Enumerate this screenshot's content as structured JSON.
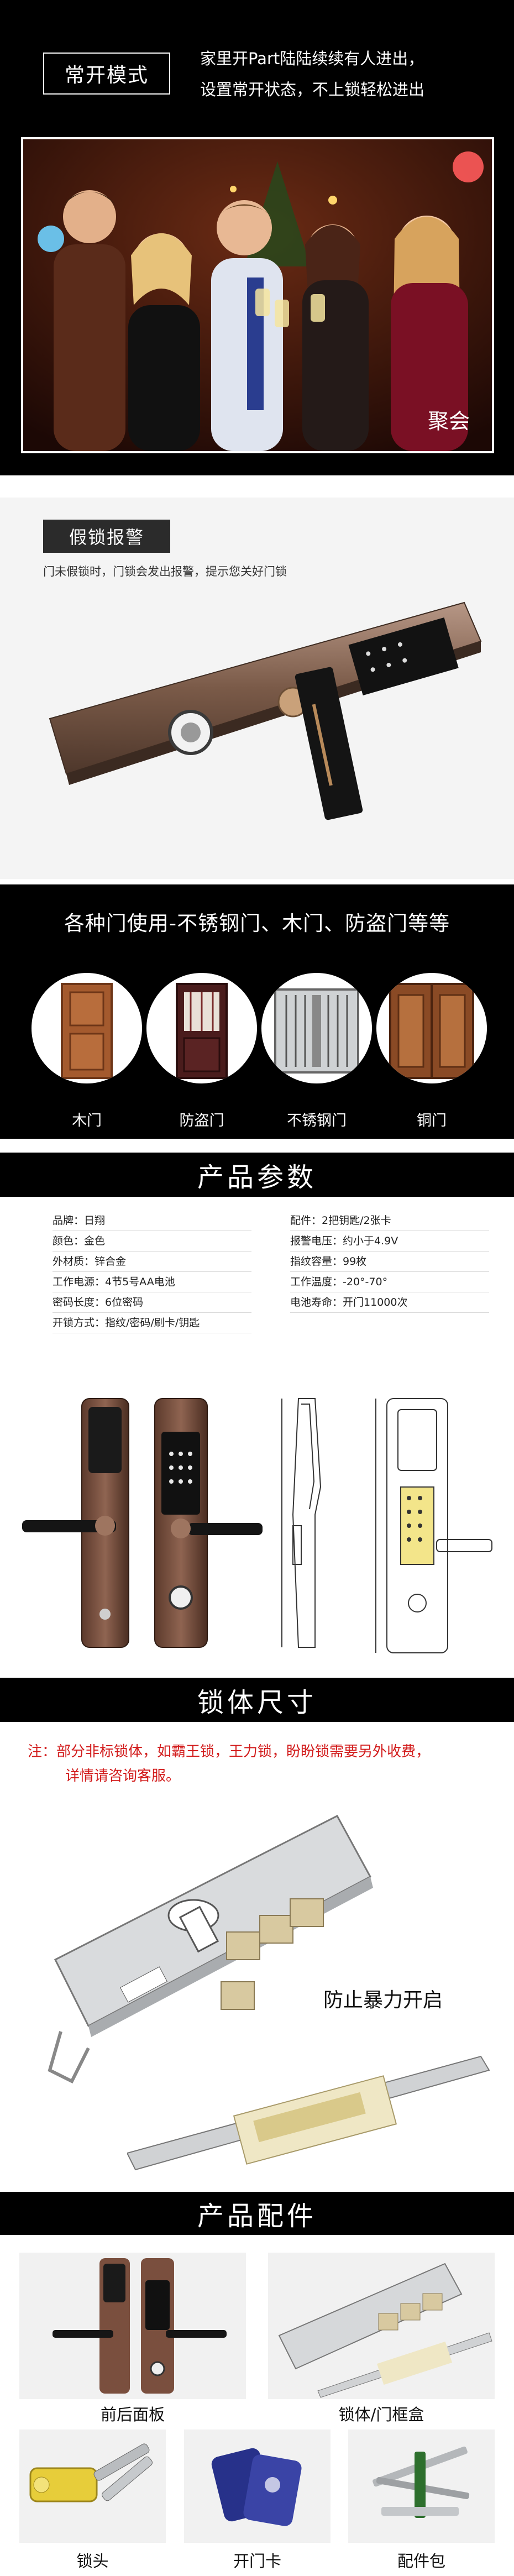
{
  "open_mode": {
    "badge": "常开模式",
    "desc_line1": "家里开Part陆陆续续有人进出，",
    "desc_line2": "设置常开状态，不上锁轻松进出",
    "photo_label": "聚会"
  },
  "alarm": {
    "badge": "假锁报警",
    "desc": "门未假锁时，门锁会发出报警，提示您关好门锁"
  },
  "doors": {
    "title": "各种门使用-不锈钢门、木门、防盗门等等",
    "items": [
      {
        "label": "木门"
      },
      {
        "label": "防盗门"
      },
      {
        "label": "不锈钢门"
      },
      {
        "label": "铜门"
      }
    ]
  },
  "params": {
    "title": "产品参数",
    "left": [
      "品牌：日翔",
      "颜色：金色",
      "外材质：锌合金",
      "工作电源：4节5号AA电池",
      "密码长度：6位密码",
      "开锁方式：指纹/密码/刷卡/钥匙"
    ],
    "right": [
      "配件：2把钥匙/2张卡",
      "报警电压：约小于4.9V",
      "指纹容量：99枚",
      "工作温度：-20°-70°",
      "电池寿命：开门11000次"
    ]
  },
  "lock_body": {
    "title": "锁体尺寸",
    "note_line1": "注：部分非标锁体，如霸王锁，王力锁，盼盼锁需要另外收费，",
    "note_line2": "详情请咨询客服。",
    "feature": "防止暴力开启"
  },
  "accessories": {
    "title": "产品配件",
    "items": [
      {
        "label": "前后面板"
      },
      {
        "label": "锁体/门框盒"
      },
      {
        "label": "锁头"
      },
      {
        "label": "开门卡"
      },
      {
        "label": "配件包"
      }
    ]
  },
  "colors": {
    "black": "#000000",
    "note_red": "#d21c1c",
    "lock_bronze": "#7a5a48"
  }
}
